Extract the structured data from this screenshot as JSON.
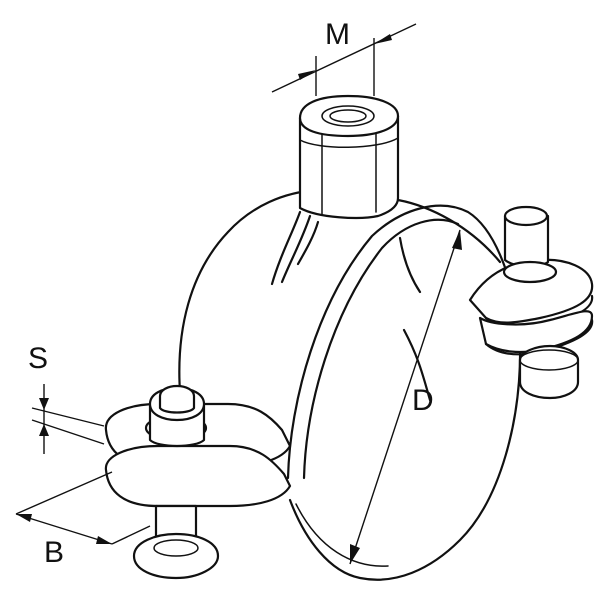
{
  "labels": {
    "m": "M",
    "s": "S",
    "d": "D",
    "b": "B"
  }
}
